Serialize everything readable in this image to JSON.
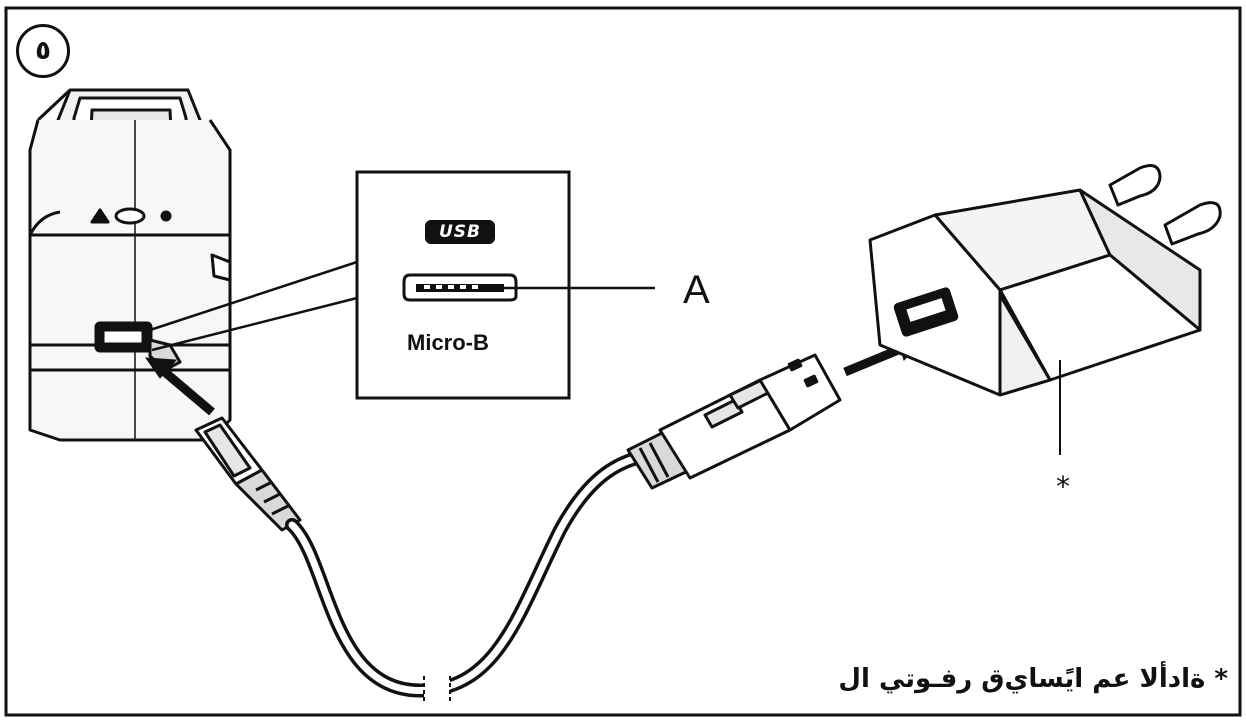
{
  "figure": {
    "step_number": "٥",
    "callout_label_a": "A",
    "usb_logo_text": "USB",
    "connector_name": "Micro-B",
    "adapter_marker": "*",
    "caption": "* ةادألا عم ايًساي‌ق رفـوتي ال",
    "colors": {
      "line": "#111111",
      "background": "#ffffff",
      "shade": "#e6e6e6"
    }
  }
}
